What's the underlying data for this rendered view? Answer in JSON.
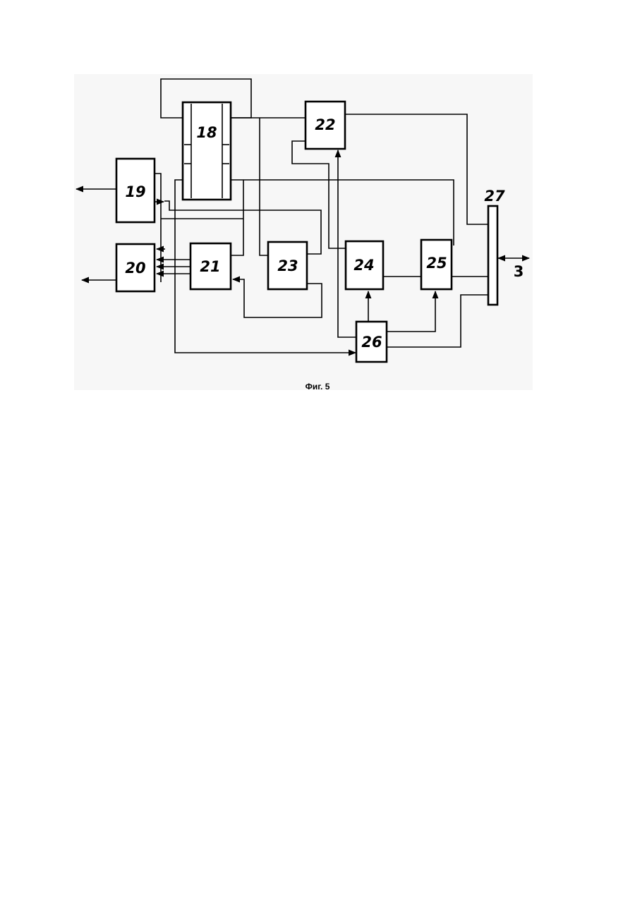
{
  "figure": {
    "caption": "Фиг. 5",
    "blocks": {
      "b18": "18",
      "b19": "19",
      "b20": "20",
      "b21": "21",
      "b22": "22",
      "b23": "23",
      "b24": "24",
      "b25": "25",
      "b26": "26",
      "b27": "27"
    },
    "bus_label": "3"
  }
}
